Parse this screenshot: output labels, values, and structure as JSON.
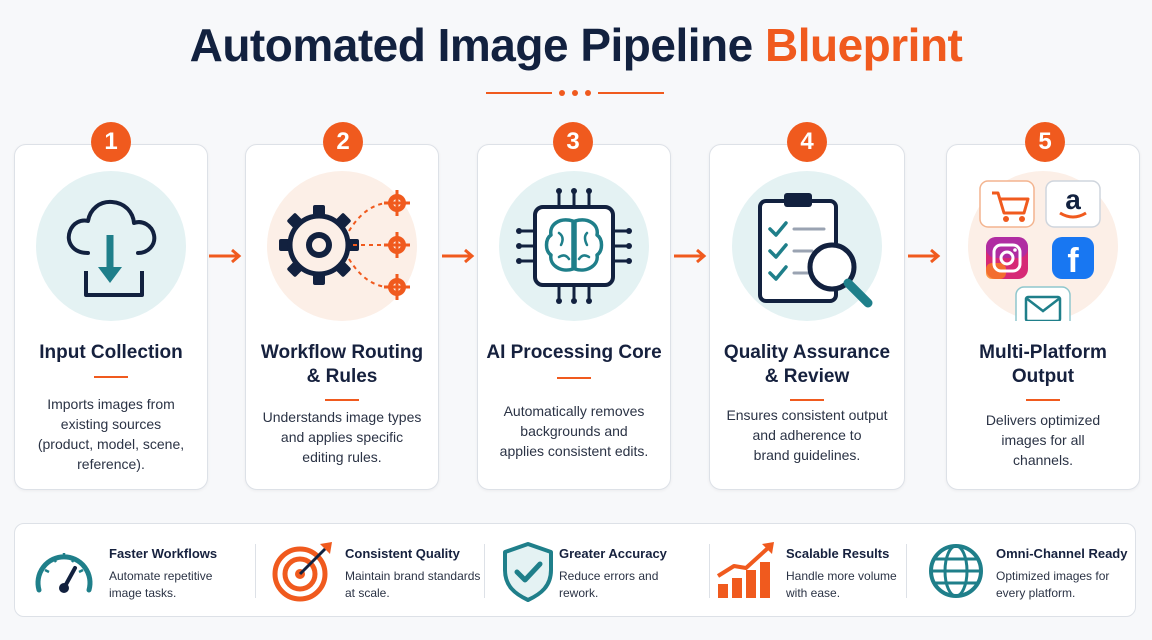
{
  "header": {
    "title_main": "Automated Image Pipeline",
    "title_accent": "Blueprint"
  },
  "colors": {
    "accent": "#f05a1e",
    "navy": "#12213f",
    "teal": "#1f7f8a",
    "teal_light": "#e4f2f3",
    "peach": "#fcefe7"
  },
  "steps": [
    {
      "number": "1",
      "title_lines": [
        "Input Collection"
      ],
      "desc_lines": [
        "Imports images from",
        "existing sources",
        "(product, model, scene,",
        "reference)."
      ],
      "icon": "cloud-download-icon"
    },
    {
      "number": "2",
      "title_lines": [
        "Workflow Routing",
        "& Rules"
      ],
      "desc_lines": [
        "Understands image types",
        "and applies specific",
        "editing rules."
      ],
      "icon": "gear-routing-icon"
    },
    {
      "number": "3",
      "title_lines": [
        "AI Processing Core"
      ],
      "desc_lines": [
        "Automatically removes",
        "backgrounds and",
        "applies consistent edits."
      ],
      "icon": "ai-brain-chip-icon"
    },
    {
      "number": "4",
      "title_lines": [
        "Quality Assurance",
        "& Review"
      ],
      "desc_lines": [
        "Ensures consistent output",
        "and adherence to",
        "brand guidelines."
      ],
      "icon": "checklist-magnifier-icon"
    },
    {
      "number": "5",
      "title_lines": [
        "Multi-Platform",
        "Output"
      ],
      "desc_lines": [
        "Delivers optimized",
        "images for all",
        "channels."
      ],
      "icon": "platforms-icon"
    }
  ],
  "benefits": [
    {
      "title": "Faster Workflows",
      "desc_lines": [
        "Automate repetitive",
        "image tasks."
      ],
      "icon": "speedometer-icon"
    },
    {
      "title": "Consistent Quality",
      "desc_lines": [
        "Maintain brand standards",
        "at scale."
      ],
      "icon": "target-icon"
    },
    {
      "title": "Greater Accuracy",
      "desc_lines": [
        "Reduce errors and",
        "rework."
      ],
      "icon": "shield-check-icon"
    },
    {
      "title": "Scalable Results",
      "desc_lines": [
        "Handle more volume",
        "with ease."
      ],
      "icon": "growth-chart-icon"
    },
    {
      "title": "Omni-Channel Ready",
      "desc_lines": [
        "Optimized images for",
        "every platform."
      ],
      "icon": "globe-icon"
    }
  ]
}
